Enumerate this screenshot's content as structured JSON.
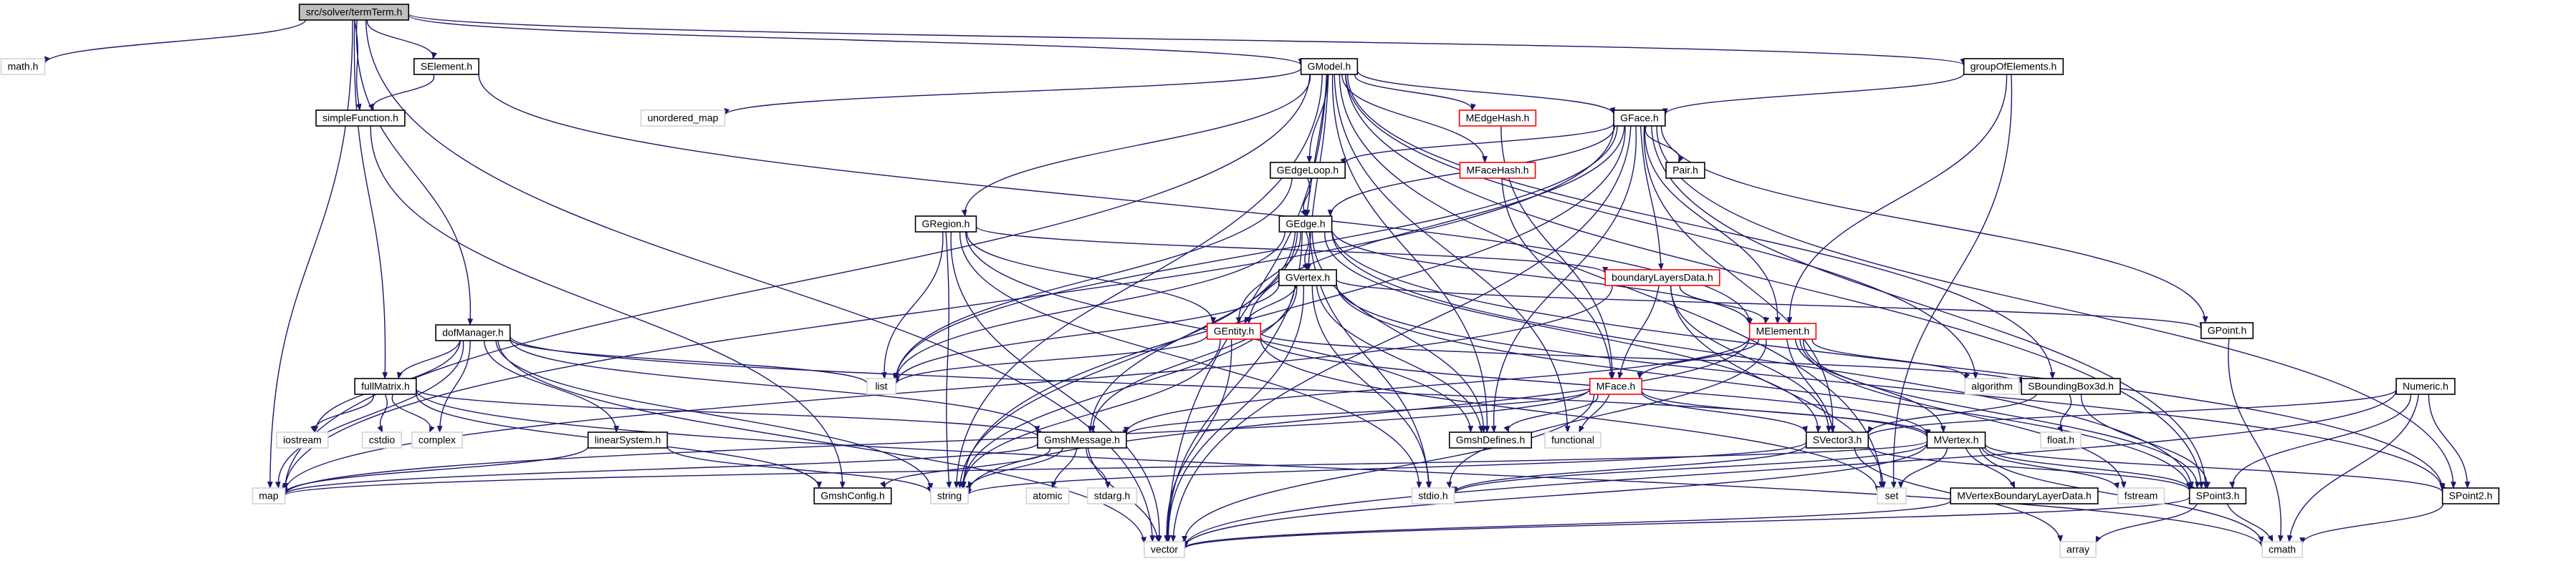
{
  "colors": {
    "edge": "#191970",
    "root_fill": "#bfbfbf",
    "normal_border": "#000000",
    "truncated_border": "#ff0000",
    "system_border": "#d3d3d3"
  },
  "nodes": [
    {
      "id": "root",
      "label": "src/solver/termTerm.h",
      "kind": "root"
    },
    {
      "id": "math",
      "label": "math.h",
      "kind": "system"
    },
    {
      "id": "selement",
      "label": "SElement.h",
      "kind": "normal"
    },
    {
      "id": "gmodel",
      "label": "GModel.h",
      "kind": "normal"
    },
    {
      "id": "groupofelements",
      "label": "groupOfElements.h",
      "kind": "normal"
    },
    {
      "id": "unordered_map",
      "label": "unordered_map",
      "kind": "system"
    },
    {
      "id": "simplefunction",
      "label": "simpleFunction.h",
      "kind": "normal"
    },
    {
      "id": "medgehash",
      "label": "MEdgeHash.h",
      "kind": "truncated"
    },
    {
      "id": "gface",
      "label": "GFace.h",
      "kind": "normal"
    },
    {
      "id": "gedgeloop",
      "label": "GEdgeLoop.h",
      "kind": "normal"
    },
    {
      "id": "mfacehash",
      "label": "MFaceHash.h",
      "kind": "truncated"
    },
    {
      "id": "pair",
      "label": "Pair.h",
      "kind": "normal"
    },
    {
      "id": "gregion",
      "label": "GRegion.h",
      "kind": "normal"
    },
    {
      "id": "gedge",
      "label": "GEdge.h",
      "kind": "normal"
    },
    {
      "id": "boundarylayersdata",
      "label": "boundaryLayersData.h",
      "kind": "truncated"
    },
    {
      "id": "dofmanager",
      "label": "dofManager.h",
      "kind": "normal"
    },
    {
      "id": "gvertex",
      "label": "GVertex.h",
      "kind": "normal"
    },
    {
      "id": "gpoint",
      "label": "GPoint.h",
      "kind": "normal"
    },
    {
      "id": "gentity",
      "label": "GEntity.h",
      "kind": "truncated"
    },
    {
      "id": "melement",
      "label": "MElement.h",
      "kind": "truncated"
    },
    {
      "id": "fullmatrix",
      "label": "fullMatrix.h",
      "kind": "normal"
    },
    {
      "id": "list",
      "label": "list",
      "kind": "system"
    },
    {
      "id": "sboundingbox3d",
      "label": "SBoundingBox3d.h",
      "kind": "normal"
    },
    {
      "id": "algorithm",
      "label": "algorithm",
      "kind": "system"
    },
    {
      "id": "numeric",
      "label": "Numeric.h",
      "kind": "normal"
    },
    {
      "id": "mface",
      "label": "MFace.h",
      "kind": "truncated"
    },
    {
      "id": "iostream",
      "label": "iostream",
      "kind": "system"
    },
    {
      "id": "cstdio",
      "label": "cstdio",
      "kind": "system"
    },
    {
      "id": "complex",
      "label": "complex",
      "kind": "system"
    },
    {
      "id": "linearsystem",
      "label": "linearSystem.h",
      "kind": "normal"
    },
    {
      "id": "gmshmessage",
      "label": "GmshMessage.h",
      "kind": "normal"
    },
    {
      "id": "gmshdefines",
      "label": "GmshDefines.h",
      "kind": "normal"
    },
    {
      "id": "functional",
      "label": "functional",
      "kind": "system"
    },
    {
      "id": "svector3",
      "label": "SVector3.h",
      "kind": "normal"
    },
    {
      "id": "mvertex",
      "label": "MVertex.h",
      "kind": "normal"
    },
    {
      "id": "float",
      "label": "float.h",
      "kind": "system"
    },
    {
      "id": "map",
      "label": "map",
      "kind": "system"
    },
    {
      "id": "gmshconfig",
      "label": "GmshConfig.h",
      "kind": "normal"
    },
    {
      "id": "string",
      "label": "string",
      "kind": "system"
    },
    {
      "id": "atomic",
      "label": "atomic",
      "kind": "system"
    },
    {
      "id": "stdarg",
      "label": "stdarg.h",
      "kind": "system"
    },
    {
      "id": "stdio",
      "label": "stdio.h",
      "kind": "system"
    },
    {
      "id": "set",
      "label": "set",
      "kind": "system"
    },
    {
      "id": "mvertexboundarylayerdata",
      "label": "MVertexBoundaryLayerData.h",
      "kind": "normal"
    },
    {
      "id": "fstream",
      "label": "fstream",
      "kind": "system"
    },
    {
      "id": "spoint3",
      "label": "SPoint3.h",
      "kind": "normal"
    },
    {
      "id": "spoint2",
      "label": "SPoint2.h",
      "kind": "normal"
    },
    {
      "id": "vector",
      "label": "vector",
      "kind": "system"
    },
    {
      "id": "array",
      "label": "array",
      "kind": "system"
    },
    {
      "id": "cmath",
      "label": "cmath",
      "kind": "system"
    }
  ],
  "edges": [
    [
      "root",
      "math"
    ],
    [
      "root",
      "selement"
    ],
    [
      "root",
      "gmodel"
    ],
    [
      "root",
      "groupofelements"
    ],
    [
      "root",
      "simplefunction"
    ],
    [
      "root",
      "dofmanager"
    ],
    [
      "root",
      "fullmatrix"
    ],
    [
      "root",
      "map"
    ],
    [
      "root",
      "vector"
    ],
    [
      "selement",
      "simplefunction"
    ],
    [
      "selement",
      "melement"
    ],
    [
      "simplefunction",
      "gmshconfig"
    ],
    [
      "groupofelements",
      "gface"
    ],
    [
      "groupofelements",
      "melement"
    ],
    [
      "groupofelements",
      "set"
    ],
    [
      "gmodel",
      "unordered_map"
    ],
    [
      "gmodel",
      "medgehash"
    ],
    [
      "gmodel",
      "mfacehash"
    ],
    [
      "gmodel",
      "gface"
    ],
    [
      "gmodel",
      "gregion"
    ],
    [
      "gmodel",
      "gedge"
    ],
    [
      "gmodel",
      "gvertex"
    ],
    [
      "gmodel",
      "gedgeloop"
    ],
    [
      "gmodel",
      "sboundingbox3d"
    ],
    [
      "gmodel",
      "spoint3"
    ],
    [
      "gmodel",
      "map"
    ],
    [
      "gmodel",
      "string"
    ],
    [
      "gmodel",
      "set"
    ],
    [
      "gmodel",
      "functional"
    ],
    [
      "gmodel",
      "algorithm"
    ],
    [
      "gmodel",
      "vector"
    ],
    [
      "gmodel",
      "gmshdefines"
    ],
    [
      "medgehash",
      "mface"
    ],
    [
      "mfacehash",
      "mface"
    ],
    [
      "gface",
      "gedgeloop"
    ],
    [
      "gface",
      "pair"
    ],
    [
      "gface",
      "gentity"
    ],
    [
      "gface",
      "gpoint"
    ],
    [
      "gface",
      "boundarylayersdata"
    ],
    [
      "gface",
      "gmshdefines"
    ],
    [
      "gface",
      "svector3"
    ],
    [
      "gface",
      "spoint2"
    ],
    [
      "gface",
      "list"
    ],
    [
      "gface",
      "map"
    ],
    [
      "gface",
      "string"
    ],
    [
      "gface",
      "vector"
    ],
    [
      "gface",
      "melement"
    ],
    [
      "gface",
      "gedge"
    ],
    [
      "gface",
      "spoint3"
    ],
    [
      "gedgeloop",
      "gedge"
    ],
    [
      "gedgeloop",
      "list"
    ],
    [
      "gregion",
      "gentity"
    ],
    [
      "gregion",
      "boundarylayersdata"
    ],
    [
      "gregion",
      "list"
    ],
    [
      "gregion",
      "string"
    ],
    [
      "gregion",
      "vector"
    ],
    [
      "gregion",
      "stdio"
    ],
    [
      "gregion",
      "gmshdefines"
    ],
    [
      "gedge",
      "gentity"
    ],
    [
      "gedge",
      "gvertex"
    ],
    [
      "gedge",
      "svector3"
    ],
    [
      "gedge",
      "gmshmessage"
    ],
    [
      "gedge",
      "gmshdefines"
    ],
    [
      "gedge",
      "spoint3"
    ],
    [
      "gedge",
      "stdio"
    ],
    [
      "gedge",
      "string"
    ],
    [
      "gedge",
      "list"
    ],
    [
      "gedge",
      "vector"
    ],
    [
      "gedge",
      "spoint2"
    ],
    [
      "gedge",
      "melement"
    ],
    [
      "boundarylayersdata",
      "mface"
    ],
    [
      "boundarylayersdata",
      "melement"
    ],
    [
      "boundarylayersdata",
      "svector3"
    ],
    [
      "boundarylayersdata",
      "set"
    ],
    [
      "boundarylayersdata",
      "map"
    ],
    [
      "gvertex",
      "gentity"
    ],
    [
      "gvertex",
      "gpoint"
    ],
    [
      "gvertex",
      "spoint2"
    ],
    [
      "gvertex",
      "gmshmessage"
    ],
    [
      "gvertex",
      "gmshdefines"
    ],
    [
      "gvertex",
      "list"
    ],
    [
      "gvertex",
      "string"
    ],
    [
      "gvertex",
      "stdio"
    ],
    [
      "gvertex",
      "vector"
    ],
    [
      "gvertex",
      "spoint3"
    ],
    [
      "gpoint",
      "cmath"
    ],
    [
      "gentity",
      "list"
    ],
    [
      "gentity",
      "string"
    ],
    [
      "gentity",
      "vector"
    ],
    [
      "gentity",
      "sboundingbox3d"
    ],
    [
      "gentity",
      "mvertex"
    ],
    [
      "gentity",
      "set"
    ],
    [
      "melement",
      "mface"
    ],
    [
      "melement",
      "mvertex"
    ],
    [
      "melement",
      "svector3"
    ],
    [
      "melement",
      "algorithm"
    ],
    [
      "melement",
      "string"
    ],
    [
      "melement",
      "gmshmessage"
    ],
    [
      "melement",
      "fstream"
    ],
    [
      "melement",
      "stdio"
    ],
    [
      "melement",
      "spoint3"
    ],
    [
      "dofmanager",
      "fullmatrix"
    ],
    [
      "dofmanager",
      "linearsystem"
    ],
    [
      "dofmanager",
      "gmshmessage"
    ],
    [
      "dofmanager",
      "map"
    ],
    [
      "dofmanager",
      "list"
    ],
    [
      "dofmanager",
      "iostream"
    ],
    [
      "dofmanager",
      "complex"
    ],
    [
      "dofmanager",
      "string"
    ],
    [
      "dofmanager",
      "vector"
    ],
    [
      "dofmanager",
      "mvertex"
    ],
    [
      "fullmatrix",
      "gmshmessage"
    ],
    [
      "fullmatrix",
      "gmshconfig"
    ],
    [
      "fullmatrix",
      "iostream"
    ],
    [
      "fullmatrix",
      "cstdio"
    ],
    [
      "fullmatrix",
      "complex"
    ],
    [
      "fullmatrix",
      "cmath"
    ],
    [
      "linearsystem",
      "map"
    ],
    [
      "linearsystem",
      "string"
    ],
    [
      "sboundingbox3d",
      "float"
    ],
    [
      "sboundingbox3d",
      "svector3"
    ],
    [
      "sboundingbox3d",
      "spoint3"
    ],
    [
      "numeric",
      "spoint2"
    ],
    [
      "numeric",
      "spoint3"
    ],
    [
      "numeric",
      "svector3"
    ],
    [
      "numeric",
      "cmath"
    ],
    [
      "numeric",
      "vector"
    ],
    [
      "mface",
      "mvertex"
    ],
    [
      "mface",
      "svector3"
    ],
    [
      "mface",
      "gmshdefines"
    ],
    [
      "mface",
      "functional"
    ],
    [
      "mface",
      "map"
    ],
    [
      "mface",
      "vector"
    ],
    [
      "mface",
      "gmshmessage"
    ],
    [
      "gmshmessage",
      "gmshconfig"
    ],
    [
      "gmshmessage",
      "string"
    ],
    [
      "gmshmessage",
      "atomic"
    ],
    [
      "gmshmessage",
      "stdarg"
    ],
    [
      "gmshmessage",
      "map"
    ],
    [
      "gmshmessage",
      "vector"
    ],
    [
      "svector3",
      "spoint3"
    ],
    [
      "svector3",
      "string"
    ],
    [
      "svector3",
      "stdio"
    ],
    [
      "svector3",
      "array"
    ],
    [
      "mvertex",
      "mvertexboundarylayerdata"
    ],
    [
      "mvertex",
      "spoint2"
    ],
    [
      "mvertex",
      "spoint3"
    ],
    [
      "mvertex",
      "set"
    ],
    [
      "mvertex",
      "fstream"
    ],
    [
      "mvertex",
      "cmath"
    ],
    [
      "mvertex",
      "vector"
    ],
    [
      "mvertex",
      "stdio"
    ],
    [
      "mvertex",
      "map"
    ],
    [
      "mvertexboundarylayerdata",
      "vector"
    ],
    [
      "spoint3",
      "cmath"
    ],
    [
      "spoint3",
      "array"
    ],
    [
      "spoint3",
      "vector"
    ],
    [
      "spoint2",
      "cmath"
    ]
  ]
}
